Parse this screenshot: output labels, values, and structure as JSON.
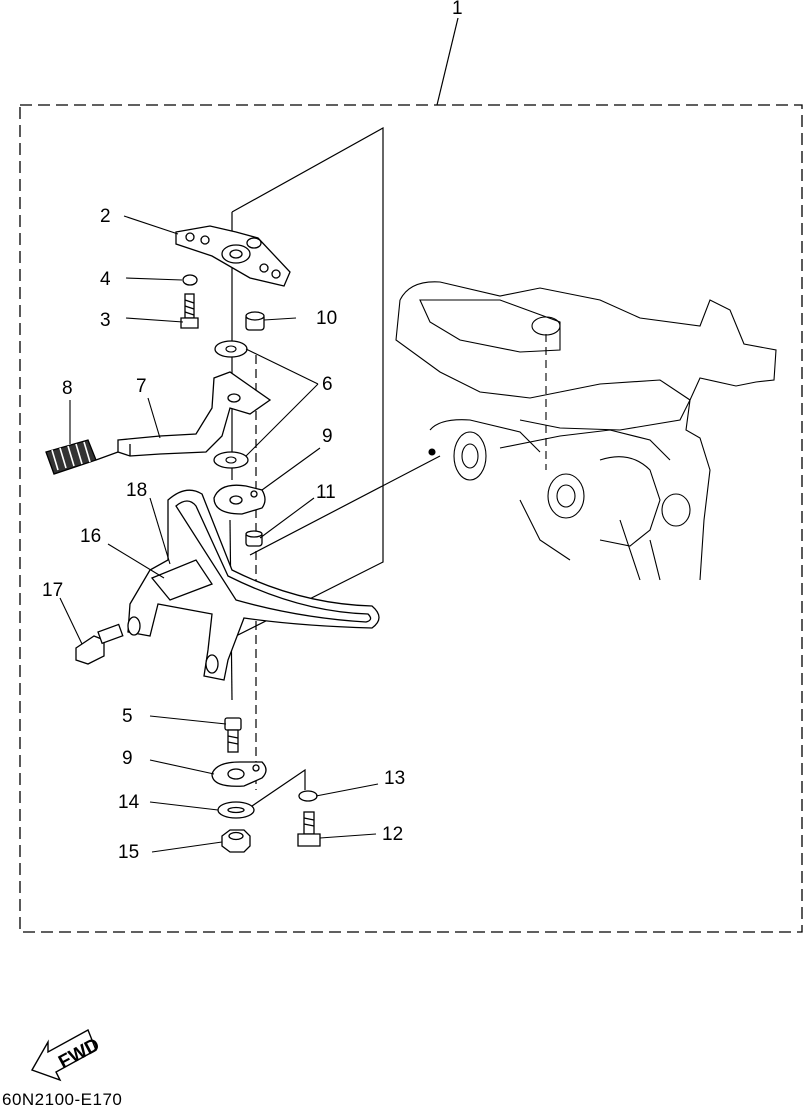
{
  "diagram": {
    "callouts": [
      {
        "id": "c1",
        "label": "1"
      },
      {
        "id": "c2",
        "label": "2"
      },
      {
        "id": "c3",
        "label": "3"
      },
      {
        "id": "c4",
        "label": "4"
      },
      {
        "id": "c5",
        "label": "5"
      },
      {
        "id": "c6",
        "label": "6"
      },
      {
        "id": "c7",
        "label": "7"
      },
      {
        "id": "c8",
        "label": "8"
      },
      {
        "id": "c9a",
        "label": "9"
      },
      {
        "id": "c9b",
        "label": "9"
      },
      {
        "id": "c10",
        "label": "10"
      },
      {
        "id": "c11",
        "label": "11"
      },
      {
        "id": "c12",
        "label": "12"
      },
      {
        "id": "c13",
        "label": "13"
      },
      {
        "id": "c14",
        "label": "14"
      },
      {
        "id": "c15",
        "label": "15"
      },
      {
        "id": "c16",
        "label": "16"
      },
      {
        "id": "c17",
        "label": "17"
      },
      {
        "id": "c18",
        "label": "18"
      }
    ],
    "fwd_label": "FWD",
    "drawing_code": "60N2100-E170"
  }
}
